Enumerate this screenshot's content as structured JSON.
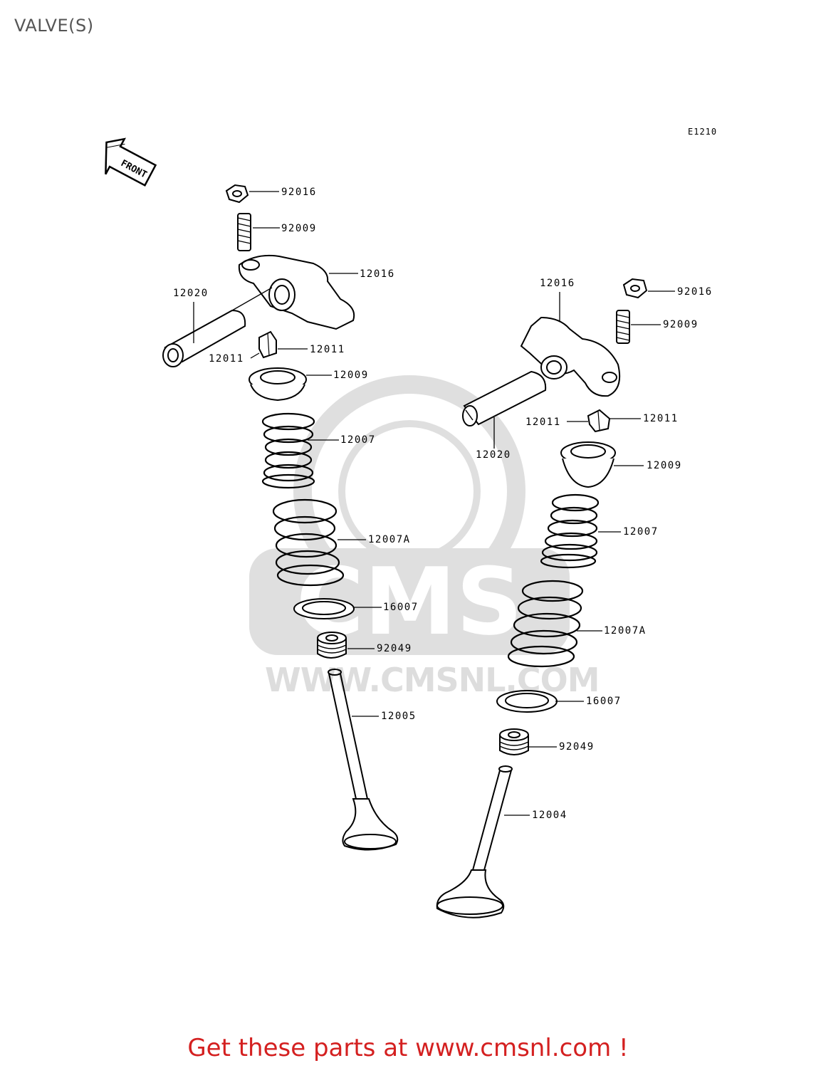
{
  "page": {
    "title": "VALVE(S)",
    "diagram_code": "E1210",
    "front_arrow_label": "FRONT"
  },
  "watermark": {
    "text": "WWW.CMSNL.COM",
    "brand": "CMS"
  },
  "parts": {
    "left": {
      "nut": "92016",
      "adjuster_screw": "92009",
      "rocker_arm": "12016",
      "rocker_shaft": "12020",
      "cotter_a": "12011",
      "cotter_b": "12011",
      "retainer": "12009",
      "inner_spring": "12007",
      "outer_spring": "12007A",
      "spring_seat": "16007",
      "stem_seal": "92049",
      "valve": "12005"
    },
    "right": {
      "rocker_arm": "12016",
      "nut": "92016",
      "adjuster_screw": "92009",
      "cotter_a": "12011",
      "cotter_b": "12011",
      "rocker_shaft": "12020",
      "retainer": "12009",
      "inner_spring": "12007",
      "outer_spring": "12007A",
      "spring_seat": "16007",
      "stem_seal": "92049",
      "valve": "12004"
    }
  },
  "footer": {
    "link_text": "Get these parts at www.cmsnl.com !"
  },
  "colors": {
    "link": "#d42020",
    "title": "#555555",
    "ink": "#000000"
  }
}
